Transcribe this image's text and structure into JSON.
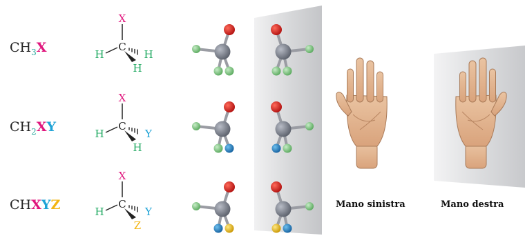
{
  "rows": [
    {
      "formula": {
        "base": "CH",
        "sub": "3",
        "x": "X",
        "y": "",
        "z": ""
      },
      "struct": {
        "top": "X",
        "left": "H",
        "center": "C",
        "right": "H",
        "bottom": "H"
      }
    },
    {
      "formula": {
        "base": "CH",
        "sub": "2",
        "x": "X",
        "y": "Y",
        "z": ""
      },
      "struct": {
        "top": "X",
        "left": "H",
        "center": "C",
        "right": "Y",
        "bottom": "H"
      }
    },
    {
      "formula": {
        "base": "CH",
        "sub": "",
        "x": "X",
        "y": "Y",
        "z": "Z"
      },
      "struct": {
        "top": "X",
        "left": "H",
        "center": "C",
        "right": "Y",
        "bottom": "Z"
      }
    }
  ],
  "hands": {
    "left_label": "Mano sinistra",
    "right_label": "Mano destra"
  },
  "colors": {
    "x": "#e0167d",
    "h": "#1ea860",
    "y": "#1fa3d6",
    "z": "#f2b512",
    "carbon": "#7a7f8a",
    "oxygen": "#d81e1e",
    "green_atom": "#7cc47e",
    "blue_atom": "#1f7fc4",
    "yellow_atom": "#f0c218",
    "mirror": "#d9dadc",
    "skin": "#e3b590"
  }
}
